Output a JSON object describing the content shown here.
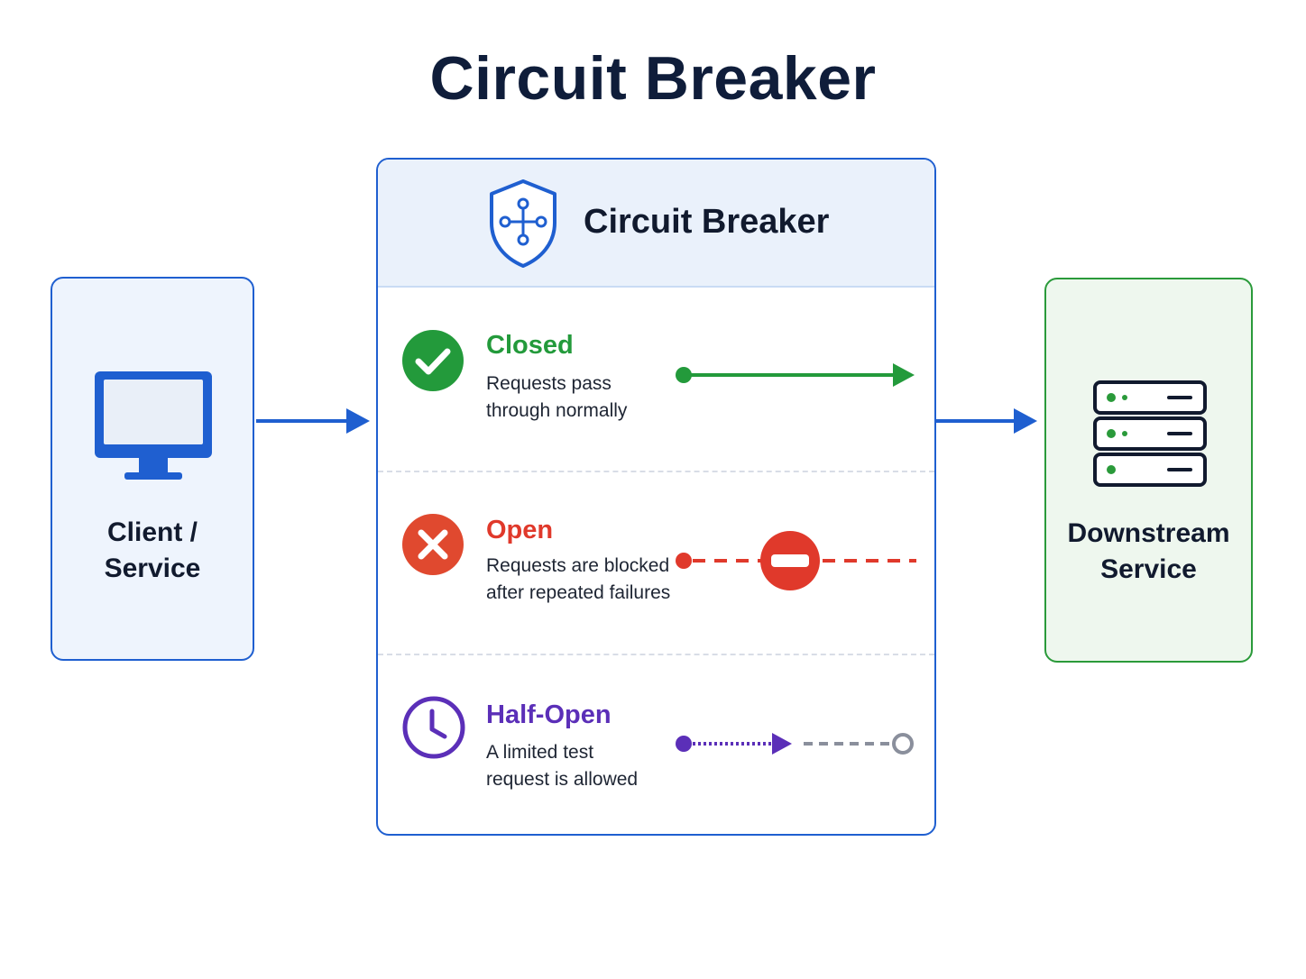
{
  "title": "Circuit Breaker",
  "client": {
    "label": "Client /\nService"
  },
  "downstream": {
    "label": "Downstream\nService"
  },
  "breaker": {
    "title": "Circuit Breaker",
    "states": [
      {
        "name": "Closed",
        "description": "Requests pass\nthrough normally",
        "color": "#239a3b",
        "icon": "check-circle-icon"
      },
      {
        "name": "Open",
        "description": "Requests are blocked\nafter repeated failures",
        "color": "#e0392b",
        "icon": "x-circle-icon"
      },
      {
        "name": "Half-Open",
        "description": "A limited test\nrequest is allowed",
        "color": "#5b2fb8",
        "icon": "clock-icon"
      }
    ]
  },
  "colors": {
    "primary_blue": "#1f5fd0",
    "success_green": "#239a3b",
    "error_red": "#e0392b",
    "purple": "#5b2fb8",
    "gray": "#8a8f9c",
    "dark_text": "#111a2e"
  }
}
